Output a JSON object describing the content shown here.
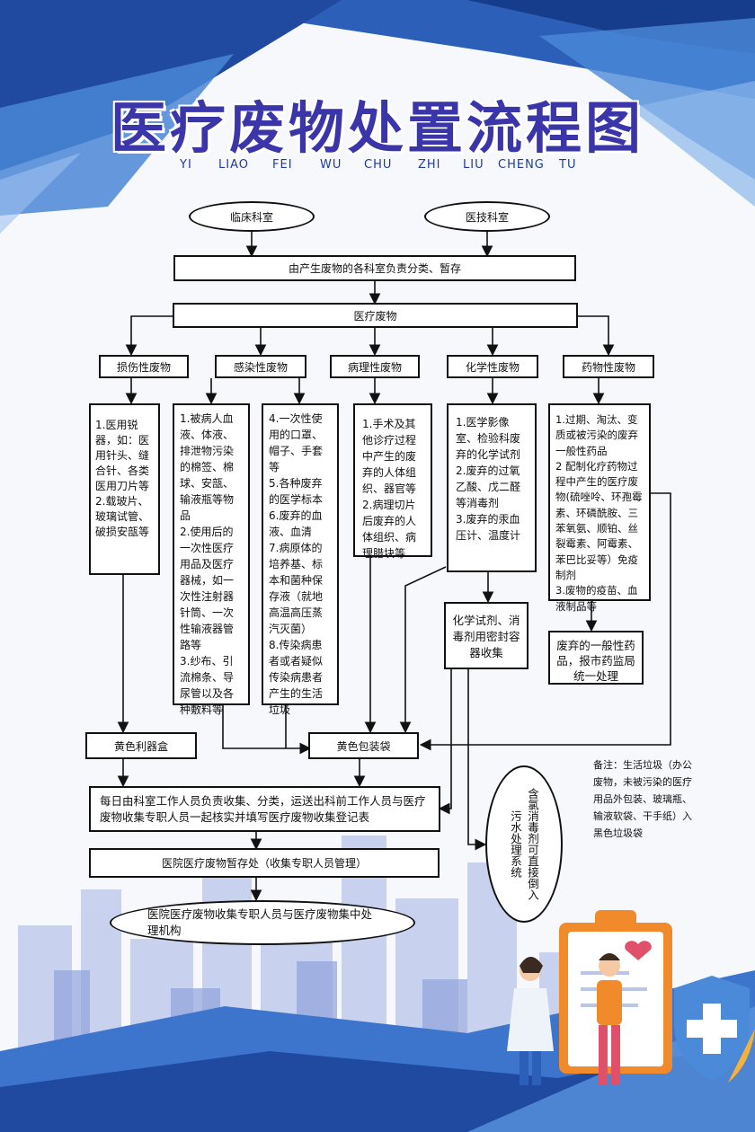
{
  "title": "医疗废物处置流程图",
  "pinyin": [
    "YI",
    "LIAO",
    "FEI",
    "WU",
    "CHU",
    "ZHI",
    "LIU",
    "CHENG",
    "TU"
  ],
  "sources": {
    "clinical": "临床科室",
    "medtech": "医技科室"
  },
  "steps": {
    "classify": "由产生废物的各科室负责分类、暂存",
    "medical_waste": "医疗废物"
  },
  "categories": {
    "injury": "损伤性废物",
    "infectious": "感染性废物",
    "pathological": "病理性废物",
    "chemical": "化学性废物",
    "drug": "药物性废物"
  },
  "details": {
    "injury": "1.医用锐器，如：医用针头、缝合针、各类医用刀片等\n2.载玻片、玻璃试管、破损安瓿等",
    "infectious_a": "1.被病人血液、体液、排泄物污染的棉签、棉球、安瓿、输液瓶等物品\n2.使用后的一次性医疗用品及医疗器械，如一次性注射器针筒、一次性输液器管路等\n3.纱布、引流棉条、导尿管以及各种敷料等",
    "infectious_b": "4.一次性使用的口罩、帽子、手套等\n5.各种废弃的医学标本\n6.废弃的血液、血清\n7.病原体的培养基、标本和菌种保存液（就地高温高压蒸汽灭菌）\n8.传染病患者或者疑似传染病患者产生的生活垃圾",
    "pathological": "1.手术及其他诊疗过程中产生的废弃的人体组织、器官等\n2.病理切片后废弃的人体组织、病理腊块等",
    "chemical": "1.医学影像室、检验科废弃的化学试剂\n2.废弃的过氧乙酸、戊二醛等消毒剂\n3.废弃的汞血压计、温度计",
    "drug": "1.过期、淘汰、变质或被污染的废弃一般性药品\n2 配制化疗药物过程中产生的医疗废物(硫唑呤、环孢霉素、环磷酰胺、三苯氧氨、顺铂、丝裂霉素、阿霉素、苯巴比妥等）免疫制剂\n3.废物的疫苗、血液制品等"
  },
  "chemical_collect": "化学试剂、消毒剂用密封容器收集",
  "drug_general": "废弃的一般性药品，报市药监局统一处理",
  "containers": {
    "sharps_box": "黄色利器盒",
    "yellow_bag": "黄色包装袋"
  },
  "collect_step": "每日由科室工作人员负责收集、分类，运送出科前工作人员与医疗废物收集专职人员一起核实并填写医疗废物收集登记表",
  "storage_step": "医院医疗废物暂存处（收集专职人员管理）",
  "final_step": "医院医疗废物收集专职人员与医疗废物集中处理机构",
  "sewage": "含氯消毒剂可直接倒入污水处理系统",
  "note": "备注：生活垃圾（办公废物，未被污染的医疗用品外包装、玻璃瓶、输液软袋、干手纸）入黑色垃圾袋",
  "colors": {
    "title": "#3a35a8",
    "bg_blue": "#3b6fc9",
    "accent_orange": "#f08a2a"
  },
  "illustration": {
    "icons": [
      "clipboard-icon",
      "heart-icon",
      "shield-cross-icon",
      "doctor-figure",
      "patient-figure"
    ]
  }
}
